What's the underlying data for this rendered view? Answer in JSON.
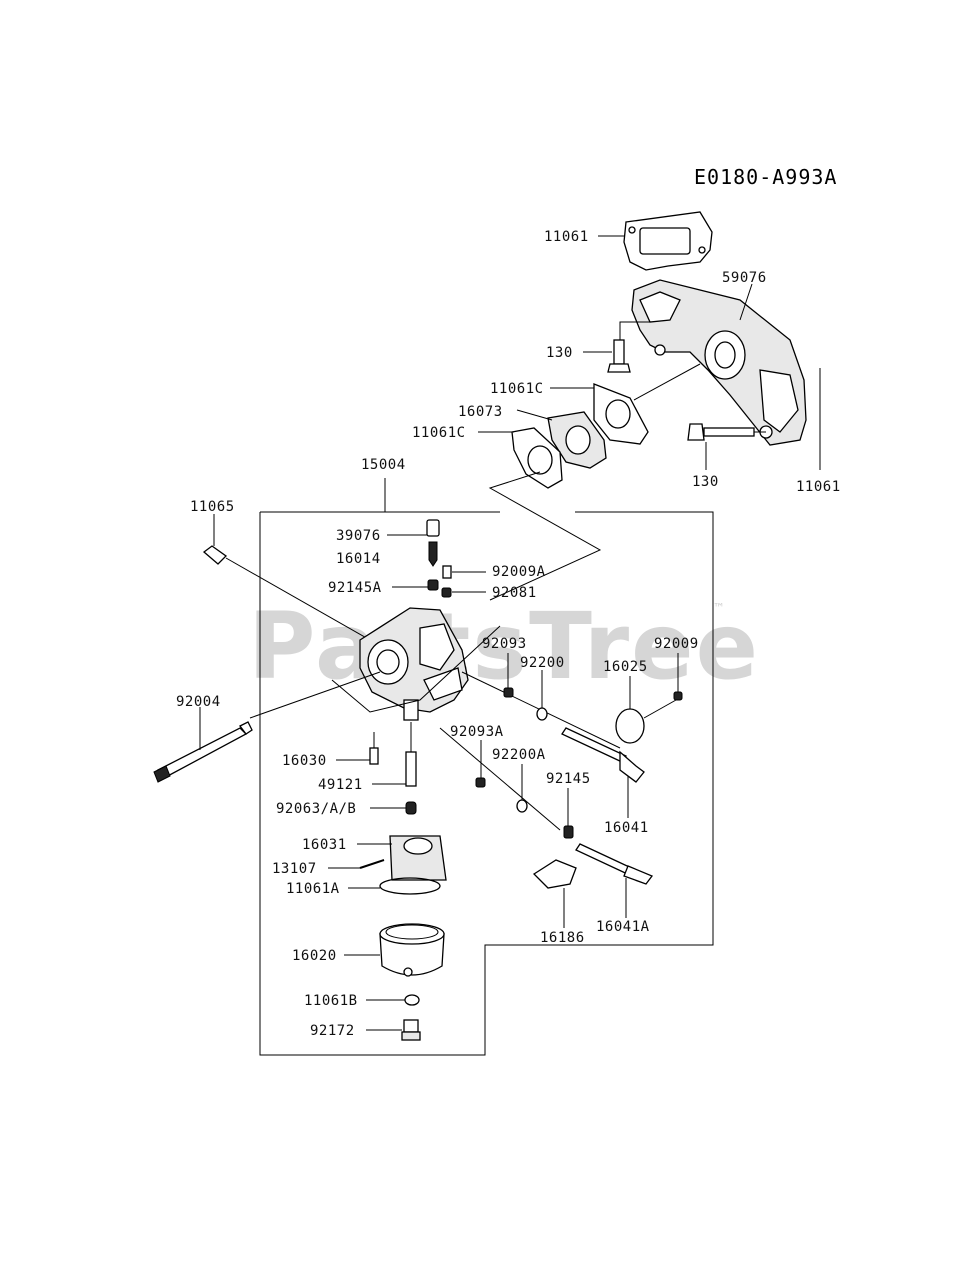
{
  "diagram_code": "E0180-A993A",
  "watermark": {
    "text": "PartsTree",
    "trademark": "™"
  },
  "parts": {
    "p11061_top": "11061",
    "p59076": "59076",
    "p130_a": "130",
    "p11061c_a": "11061C",
    "p16073": "16073",
    "p11061c_b": "11061C",
    "p130_b": "130",
    "p11061_right": "11061",
    "p15004": "15004",
    "p11065": "11065",
    "p39076": "39076",
    "p16014": "16014",
    "p92009a": "92009A",
    "p92145a": "92145A",
    "p92081": "92081",
    "p92093": "92093",
    "p92009": "92009",
    "p92200": "92200",
    "p16025": "16025",
    "p92004": "92004",
    "p92093a": "92093A",
    "p92200a": "92200A",
    "p16030": "16030",
    "p92145": "92145",
    "p49121": "49121",
    "p16041": "16041",
    "p92063": "92063/A/B",
    "p16031": "16031",
    "p13107": "13107",
    "p11061a": "11061A",
    "p16186": "16186",
    "p16041a": "16041A",
    "p16020": "16020",
    "p11061b": "11061B",
    "p92172": "92172"
  }
}
